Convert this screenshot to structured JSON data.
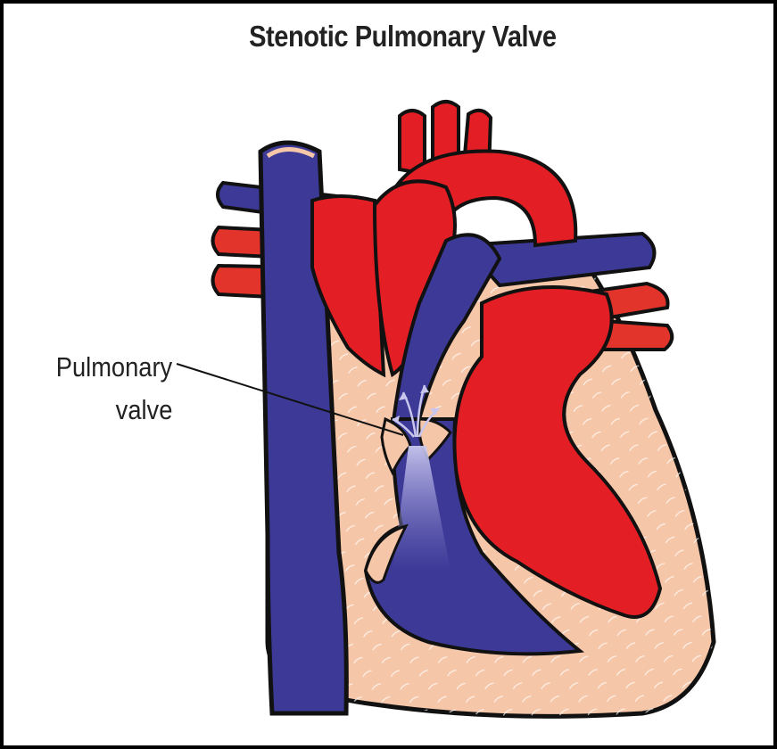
{
  "diagram": {
    "title": "Stenotic Pulmonary Valve",
    "callout": {
      "line1": "Pulmonary",
      "line2": "valve"
    }
  },
  "colors": {
    "deoxygenated_blood": "#3c3a96",
    "oxygenated_blood": "#e31e24",
    "heart_tissue": "#f6c6a8",
    "outline": "#111111",
    "background": "#ffffff"
  }
}
